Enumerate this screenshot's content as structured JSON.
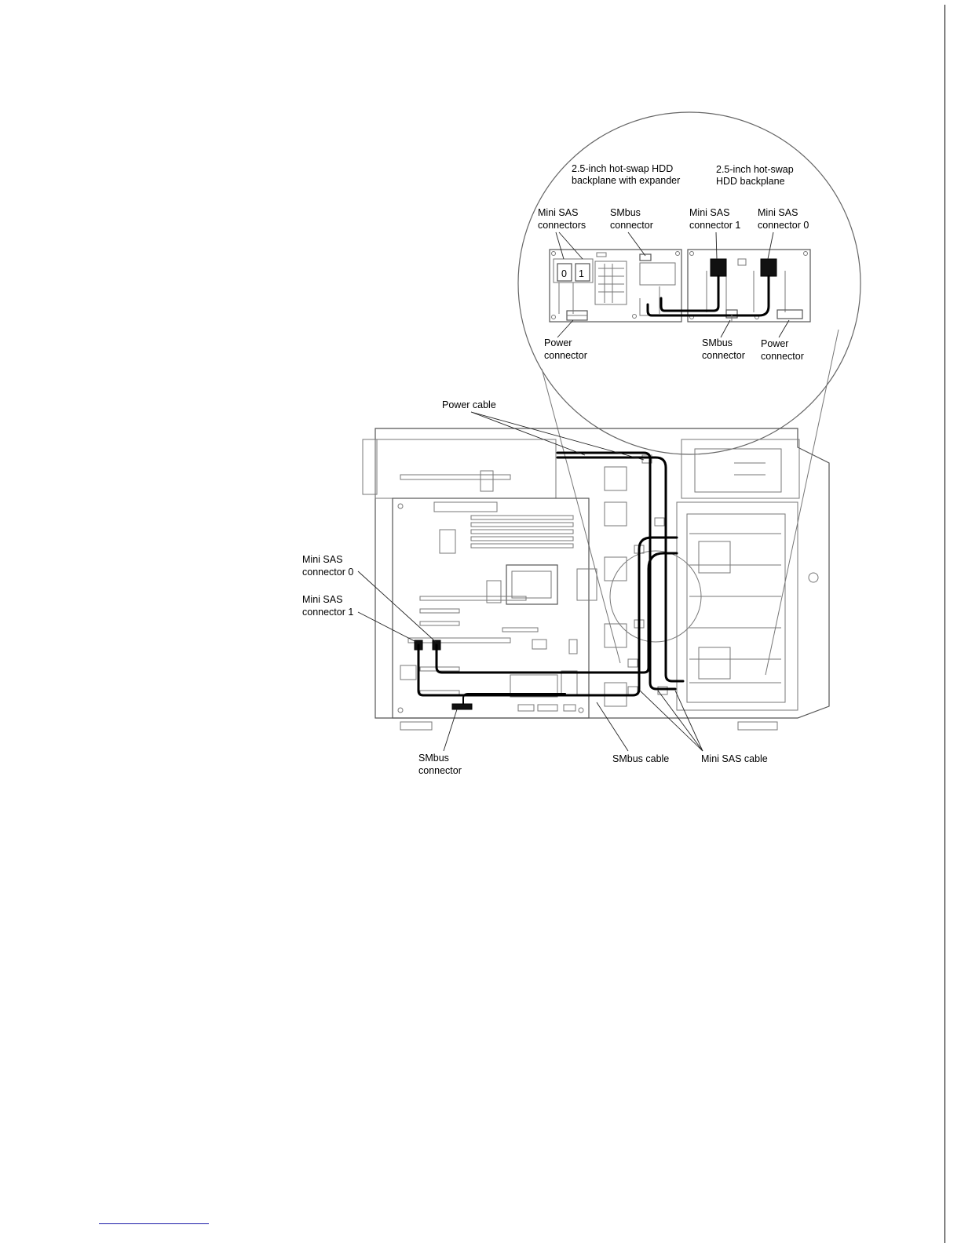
{
  "labels": {
    "backplane_expander": [
      "2.5-inch hot-swap HDD",
      "backplane with expander"
    ],
    "backplane": [
      "2.5-inch hot-swap",
      "HDD backplane"
    ],
    "mini_sas_connectors": [
      "Mini SAS",
      "connectors"
    ],
    "smbus_connector_top": [
      "SMbus",
      "connector"
    ],
    "mini_sas_connector_1_top": [
      "Mini SAS",
      "connector 1"
    ],
    "mini_sas_connector_0_top": [
      "Mini SAS",
      "connector 0"
    ],
    "power_connector_left": [
      "Power",
      "connector"
    ],
    "smbus_connector_mid": [
      "SMbus",
      "connector"
    ],
    "power_connector_right": [
      "Power",
      "connector"
    ],
    "power_cable": "Power cable",
    "mini_sas_connector_0_board": [
      "Mini SAS",
      "connector 0"
    ],
    "mini_sas_connector_1_board": [
      "Mini SAS",
      "connector 1"
    ],
    "smbus_connector_board": [
      "SMbus",
      "connector"
    ],
    "smbus_cable": "SMbus cable",
    "mini_sas_cable": "Mini SAS cable",
    "port_digit_0": "0",
    "port_digit_1": "1"
  }
}
